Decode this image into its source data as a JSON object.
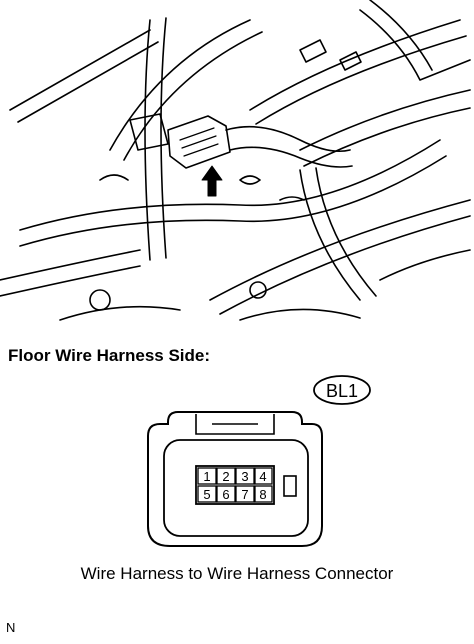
{
  "heading": {
    "text": "Floor Wire Harness Side:"
  },
  "connector": {
    "code": "BL1",
    "pins": [
      {
        "number": "1"
      },
      {
        "number": "2"
      },
      {
        "number": "3"
      },
      {
        "number": "4"
      },
      {
        "number": "5"
      },
      {
        "number": "6"
      },
      {
        "number": "7"
      },
      {
        "number": "8"
      }
    ]
  },
  "caption": {
    "text": "Wire Harness to Wire Harness Connector"
  },
  "figure_code": {
    "text": "N"
  }
}
